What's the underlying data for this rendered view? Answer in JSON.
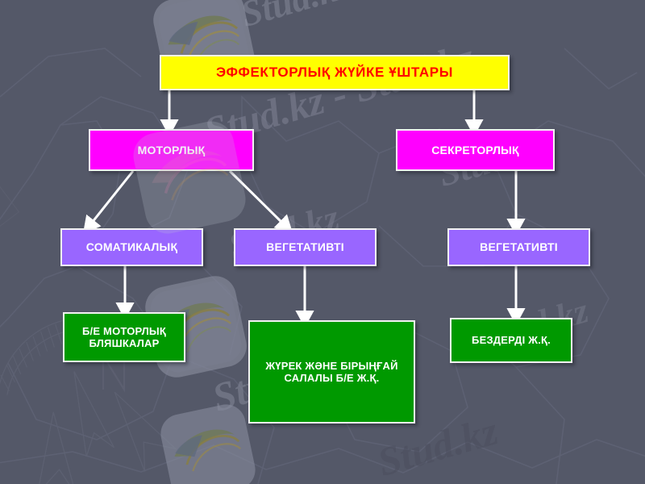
{
  "slide": {
    "title_text": "ЭФФЕКТОРЛЫҚ ЖҮЙКЕ ҰШТАРЫ",
    "background_color": "#545868",
    "watermark_text": "Stud.kz",
    "watermark_text_long": "Stud.kz - Stud.kz"
  },
  "colors": {
    "root_fill": "#ffff00",
    "root_text": "#ff0000",
    "magenta_fill": "#ff00ff",
    "purple_fill": "#9966ff",
    "green_fill": "#009900",
    "box_text": "#ffffff",
    "border": "#f2f2f2",
    "connector": "#ffffff",
    "background": "#545868"
  },
  "diagram": {
    "type": "flowchart",
    "root": {
      "id": "root",
      "label": "ЭФФЕКТОРЛЫҚ ЖҮЙКЕ ҰШТАРЫ"
    },
    "level2": [
      {
        "id": "motor",
        "label": "МОТОРЛЫҚ"
      },
      {
        "id": "secret",
        "label": "СЕКРЕТОРЛЫҚ"
      }
    ],
    "level3": [
      {
        "id": "somatic",
        "label": "СОМАТИКАЛЫҚ"
      },
      {
        "id": "vegetative_motor",
        "label": "ВЕГЕТАТИВТІ"
      },
      {
        "id": "vegetative_secret",
        "label": "ВЕГЕТАТИВТІ"
      }
    ],
    "level4": [
      {
        "id": "plaques",
        "line1": "Б/Е МОТОРЛЫҚ",
        "line2": "БЛЯШКАЛАР"
      },
      {
        "id": "heart_smooth",
        "line1": "ЖҮРЕК ЖӘНЕ БІРЫҢҒАЙ",
        "line2": "САЛАЛЫ Б/Е Ж.Қ."
      },
      {
        "id": "glands",
        "line1": "БЕЗДЕРДІ Ж.Қ.",
        "line2": ""
      }
    ],
    "edges": [
      {
        "from": "root",
        "to": "motor"
      },
      {
        "from": "root",
        "to": "secret"
      },
      {
        "from": "motor",
        "to": "somatic"
      },
      {
        "from": "motor",
        "to": "vegetative_motor"
      },
      {
        "from": "secret",
        "to": "vegetative_secret"
      },
      {
        "from": "somatic",
        "to": "plaques"
      },
      {
        "from": "vegetative_motor",
        "to": "heart_smooth"
      },
      {
        "from": "vegetative_secret",
        "to": "glands"
      }
    ]
  },
  "watermarks": [
    {
      "id": "wm1",
      "text": "Stud.kz"
    },
    {
      "id": "wm2",
      "text": "Stud.kz - Stud.kz"
    },
    {
      "id": "wm3",
      "text": "Stud.kz"
    },
    {
      "id": "wm4",
      "text": "Stud.kz"
    },
    {
      "id": "wm5",
      "text": "Stud.kz"
    },
    {
      "id": "wm6",
      "text": "Stud.kz"
    },
    {
      "id": "wm7",
      "text": "Stud.kz"
    }
  ]
}
